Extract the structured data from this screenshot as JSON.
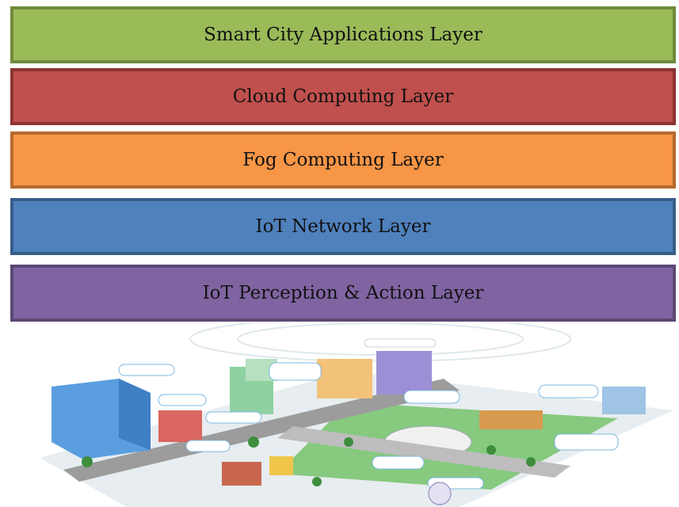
{
  "layers": [
    {
      "label": "Smart City Applications Layer",
      "color": "#9bbb59"
    },
    {
      "label": "Cloud Computing Layer",
      "color": "#c0504d"
    },
    {
      "label": "Fog Computing Layer",
      "color": "#f79646"
    },
    {
      "label": "IoT Network Layer",
      "color": "#4f81bd"
    },
    {
      "label": "IoT Perception & Action Layer",
      "color": "#8064a2"
    }
  ],
  "illustration": {
    "description_icon": "smart-city-illustration",
    "colors": {
      "road": "#b8b8b8",
      "grass": "#7cc576",
      "building_blue": "#4a8fd6",
      "ground": "#e6ecee"
    }
  }
}
